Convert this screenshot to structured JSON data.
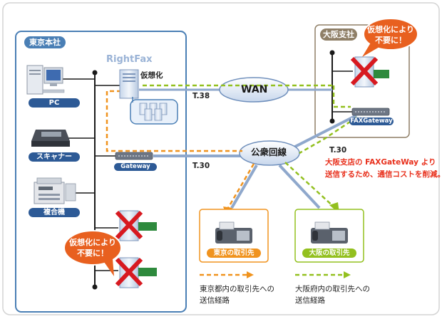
{
  "tokyo_hq": {
    "title": "東京本社",
    "software_label": "RightFax",
    "virtualization_label": "仮想化",
    "devices": [
      {
        "label": "PC",
        "icon": "pc-icon"
      },
      {
        "label": "スキャナー",
        "icon": "scanner-icon"
      },
      {
        "label": "複合機",
        "icon": "multifunction-printer-icon"
      }
    ],
    "gateway_label": "Gateway",
    "bubble_line1": "仮想化により",
    "bubble_line2": "不要に！"
  },
  "osaka_branch": {
    "title": "大阪支社",
    "gateway_label": "FAXGateway",
    "bubble_line1": "仮想化により",
    "bubble_line2": "不要に！"
  },
  "networks": {
    "wan": "WAN",
    "public": "公衆回線",
    "t38": "T.38",
    "t30_left": "T.30",
    "t30_right": "T.30"
  },
  "note": {
    "line1": "大阪支店の FAXGateWay より",
    "line2": "送信するため、通信コストを削減。"
  },
  "destinations": {
    "tokyo": "東京の取引先",
    "osaka": "大阪の取引先"
  },
  "legend": {
    "tokyo_line1": "東京都内の取引先への",
    "tokyo_line2": "送信経路",
    "osaka_line1": "大阪府内の取引先への",
    "osaka_line2": "送信経路"
  },
  "colors": {
    "tokyo_box": "#4a7fb5",
    "tokyo_route": "#f0931e",
    "osaka_route": "#93c01f",
    "osaka_box": "#8f7f67",
    "bubble": "#e8601f",
    "note_text": "#e8301c",
    "line_blue": "#8fa8cc"
  }
}
